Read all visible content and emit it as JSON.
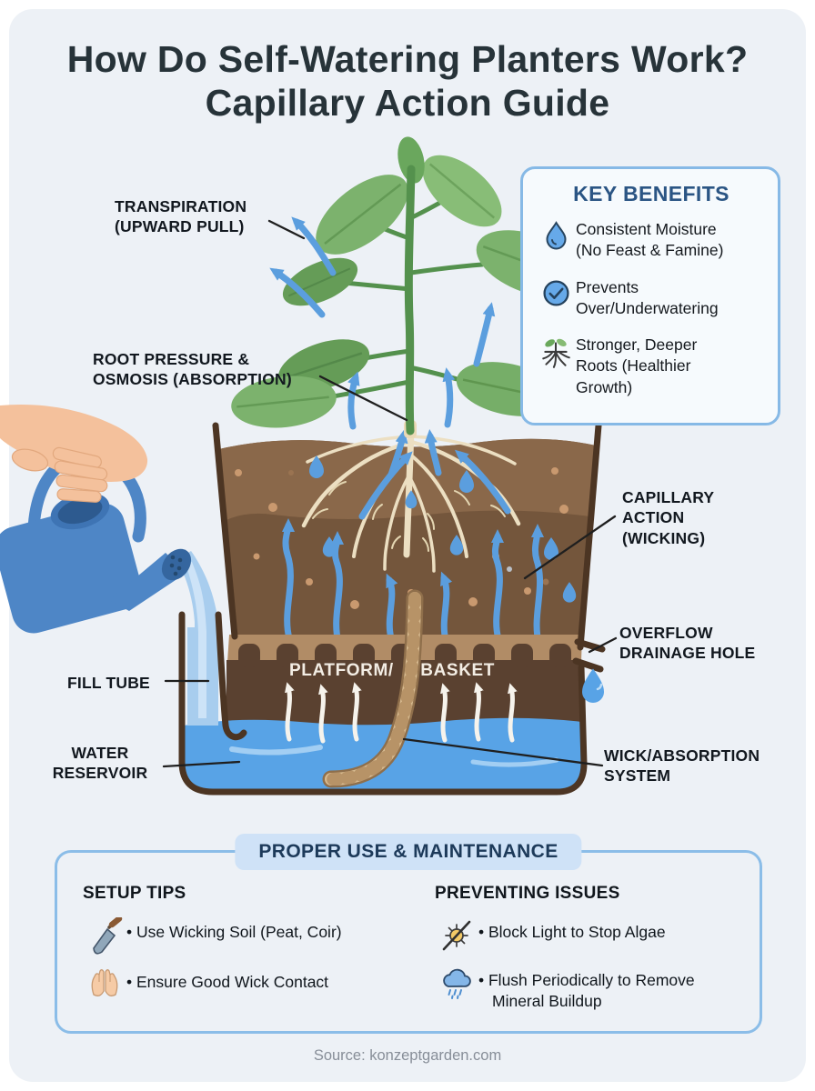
{
  "title": {
    "line1": "How Do Self-Watering Planters Work?",
    "line2": "Capillary Action Guide"
  },
  "key_benefits": {
    "title": "KEY BENEFITS",
    "items": [
      {
        "icon": "water-drop-icon",
        "text": "Consistent Moisture (No Feast & Famine)"
      },
      {
        "icon": "check-circle-icon",
        "text": "Prevents Over/Underwatering"
      },
      {
        "icon": "deep-roots-icon",
        "text": "Stronger, Deeper Roots (Healthier Growth)"
      }
    ]
  },
  "labels": {
    "transpiration": {
      "line1": "TRANSPIRATION",
      "line2": "(UPWARD PULL)"
    },
    "root_pressure": {
      "line1": "ROOT PRESSURE &",
      "line2": "OSMOSIS (ABSORPTION)"
    },
    "capillary": {
      "line1": "CAPILLARY",
      "line2": "ACTION",
      "line3": "(WICKING)"
    },
    "overflow": {
      "line1": "OVERFLOW",
      "line2": "DRAINAGE HOLE"
    },
    "fill_tube": "FILL TUBE",
    "reservoir": {
      "line1": "WATER",
      "line2": "RESERVOIR"
    },
    "wick": {
      "line1": "WICK/ABSORPTION",
      "line2": "SYSTEM"
    },
    "platform": "PLATFORM/",
    "basket": "BASKET"
  },
  "maintenance": {
    "title": "PROPER USE & MAINTENANCE",
    "setup": {
      "heading": "SETUP TIPS",
      "tips": [
        {
          "icon": "trowel-icon",
          "text": "• Use Wicking Soil (Peat, Coir)"
        },
        {
          "icon": "hands-icon",
          "text": "• Ensure Good Wick Contact"
        }
      ]
    },
    "prevent": {
      "heading": "PREVENTING ISSUES",
      "tips": [
        {
          "icon": "sun-blocked-icon",
          "text": "• Block Light to Stop Algae"
        },
        {
          "icon": "flush-rain-icon",
          "text": "• Flush Periodically to Remove Mineral Buildup"
        }
      ]
    }
  },
  "footer": {
    "source": "Source: konzeptgarden.com"
  },
  "colors": {
    "card_bg": "#edf1f6",
    "title_text": "#273339",
    "accent_blue_arrow": "#5b9ede",
    "water": "#58a3e6",
    "soil_upper": "#8a684a",
    "soil_lower": "#74563c",
    "pot_outline": "#4c3523",
    "platform_band": "#5a4130",
    "tan_band": "#b18c66",
    "roots_cream": "#ecdfc2",
    "rope": "#d8bb90",
    "benefit_border": "#86b9e6",
    "benefit_title": "#2b5584",
    "badge_bg": "#cfe2f7",
    "badge_text": "#1d3a5a",
    "source_gray": "#878e98"
  }
}
